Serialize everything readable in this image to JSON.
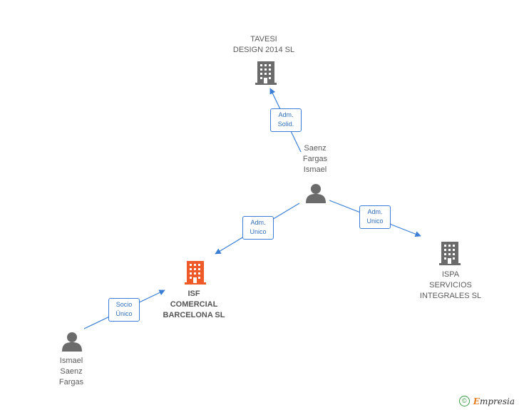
{
  "nodes": {
    "tavesi": {
      "lines": [
        "TAVESI",
        "DESIGN 2014  SL"
      ]
    },
    "saenz": {
      "lines": [
        "Saenz",
        "Fargas",
        "Ismael"
      ]
    },
    "isf": {
      "lines": [
        "ISF",
        "COMERCIAL",
        "BARCELONA SL"
      ]
    },
    "ispa": {
      "lines": [
        "ISPA",
        "SERVICIOS",
        "INTEGRALES SL"
      ]
    },
    "ismael": {
      "lines": [
        "Ismael",
        "Saenz",
        "Fargas"
      ]
    }
  },
  "edges": {
    "adm_solid": {
      "lines": [
        "Adm.",
        "Solid."
      ]
    },
    "adm_unico_left": {
      "lines": [
        "Adm.",
        "Unico"
      ]
    },
    "adm_unico_right": {
      "lines": [
        "Adm.",
        "Unico"
      ]
    },
    "socio_unico": {
      "lines": [
        "Socio",
        "Único"
      ]
    }
  },
  "footer": {
    "copyright": "©",
    "brand_first": "E",
    "brand_rest": "mpresia"
  },
  "colors": {
    "edge": "#3a7fd5",
    "building": "#6b6b6b",
    "highlight": "#f05a28",
    "person": "#6b6b6b"
  }
}
